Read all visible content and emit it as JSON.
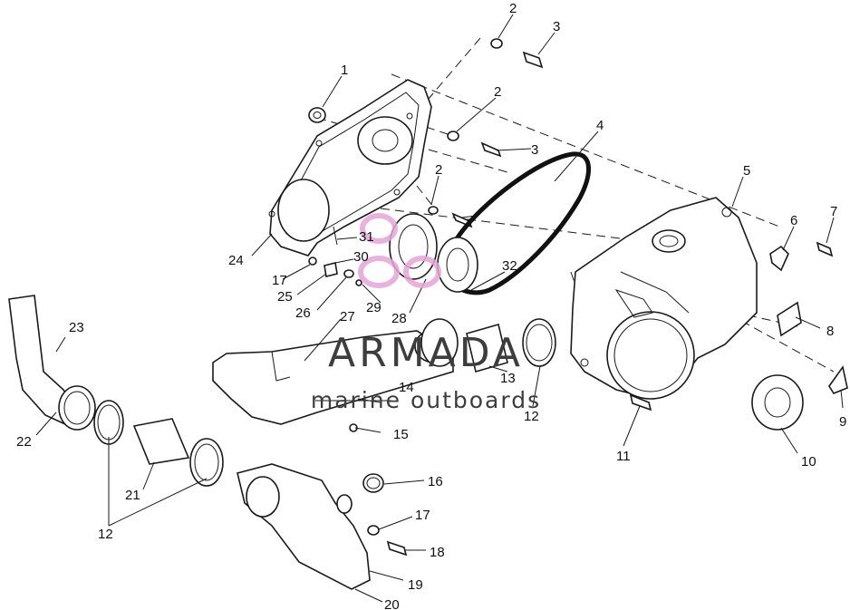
{
  "watermark": {
    "brand": "ARMADA",
    "tagline": "marine outboards",
    "logo_color": "#e7a3d9"
  },
  "callouts": [
    {
      "id": "c1",
      "text": "1"
    },
    {
      "id": "c2a",
      "text": "2"
    },
    {
      "id": "c3a",
      "text": "3"
    },
    {
      "id": "c2b",
      "text": "2"
    },
    {
      "id": "c3b",
      "text": "3"
    },
    {
      "id": "c4",
      "text": "4"
    },
    {
      "id": "c2c",
      "text": "2"
    },
    {
      "id": "c5",
      "text": "5"
    },
    {
      "id": "c6",
      "text": "6"
    },
    {
      "id": "c7",
      "text": "7"
    },
    {
      "id": "c8",
      "text": "8"
    },
    {
      "id": "c9",
      "text": "9"
    },
    {
      "id": "c10",
      "text": "10"
    },
    {
      "id": "c11",
      "text": "11"
    },
    {
      "id": "c12a",
      "text": "12"
    },
    {
      "id": "c12b",
      "text": "12"
    },
    {
      "id": "c13",
      "text": "13"
    },
    {
      "id": "c14",
      "text": "14"
    },
    {
      "id": "c15",
      "text": "15"
    },
    {
      "id": "c16",
      "text": "16"
    },
    {
      "id": "c17a",
      "text": "17"
    },
    {
      "id": "c17b",
      "text": "17"
    },
    {
      "id": "c18",
      "text": "18"
    },
    {
      "id": "c19",
      "text": "19"
    },
    {
      "id": "c20",
      "text": "20"
    },
    {
      "id": "c21",
      "text": "21"
    },
    {
      "id": "c22",
      "text": "22"
    },
    {
      "id": "c23",
      "text": "23"
    },
    {
      "id": "c24",
      "text": "24"
    },
    {
      "id": "c25",
      "text": "25"
    },
    {
      "id": "c26",
      "text": "26"
    },
    {
      "id": "c27",
      "text": "27"
    },
    {
      "id": "c28",
      "text": "28"
    },
    {
      "id": "c29",
      "text": "29"
    },
    {
      "id": "c30",
      "text": "30"
    },
    {
      "id": "c31",
      "text": "31"
    },
    {
      "id": "c32",
      "text": "32"
    }
  ]
}
